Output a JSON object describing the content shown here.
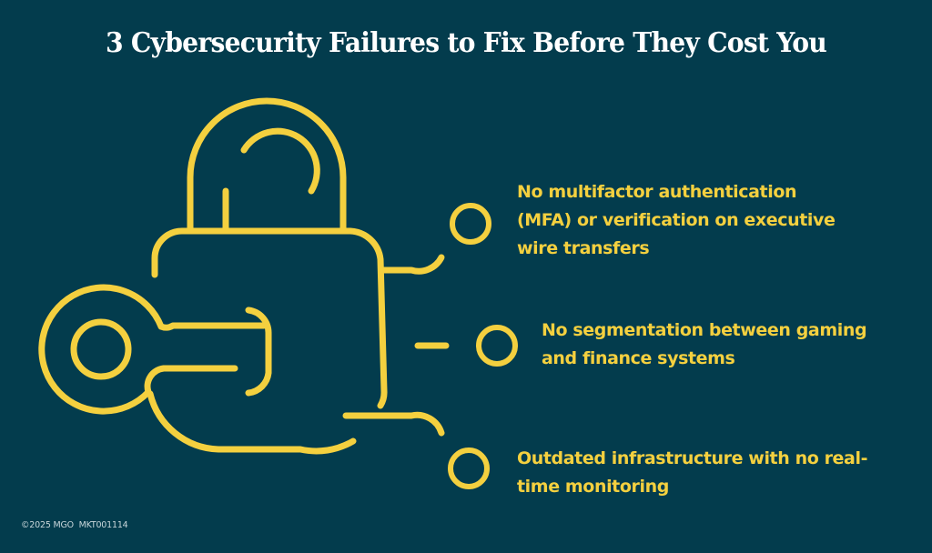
{
  "title": "3 Cybersecurity Failures to Fix Before They Cost You",
  "illustration": {
    "icon": "padlock-with-key-icon",
    "stroke_color": "#f4d03f"
  },
  "failures": [
    {
      "marker": "circle-bullet-icon",
      "text_line1": "No multifactor authentication",
      "text_line2": "(MFA) or verification on executive",
      "text_line3": "wire transfers"
    },
    {
      "marker": "circle-bullet-icon",
      "text_line1": "No segmentation between gaming",
      "text_line2": "and finance systems"
    },
    {
      "marker": "circle-bullet-icon",
      "text_line1": "Outdated infrastructure with no real-",
      "text_line2": "time monitoring"
    }
  ],
  "footer": "©2025 MGO  MKT001114",
  "colors": {
    "background": "#033c4d",
    "accent": "#f4d03f",
    "title": "#ffffff",
    "footer": "#c9d6da"
  }
}
